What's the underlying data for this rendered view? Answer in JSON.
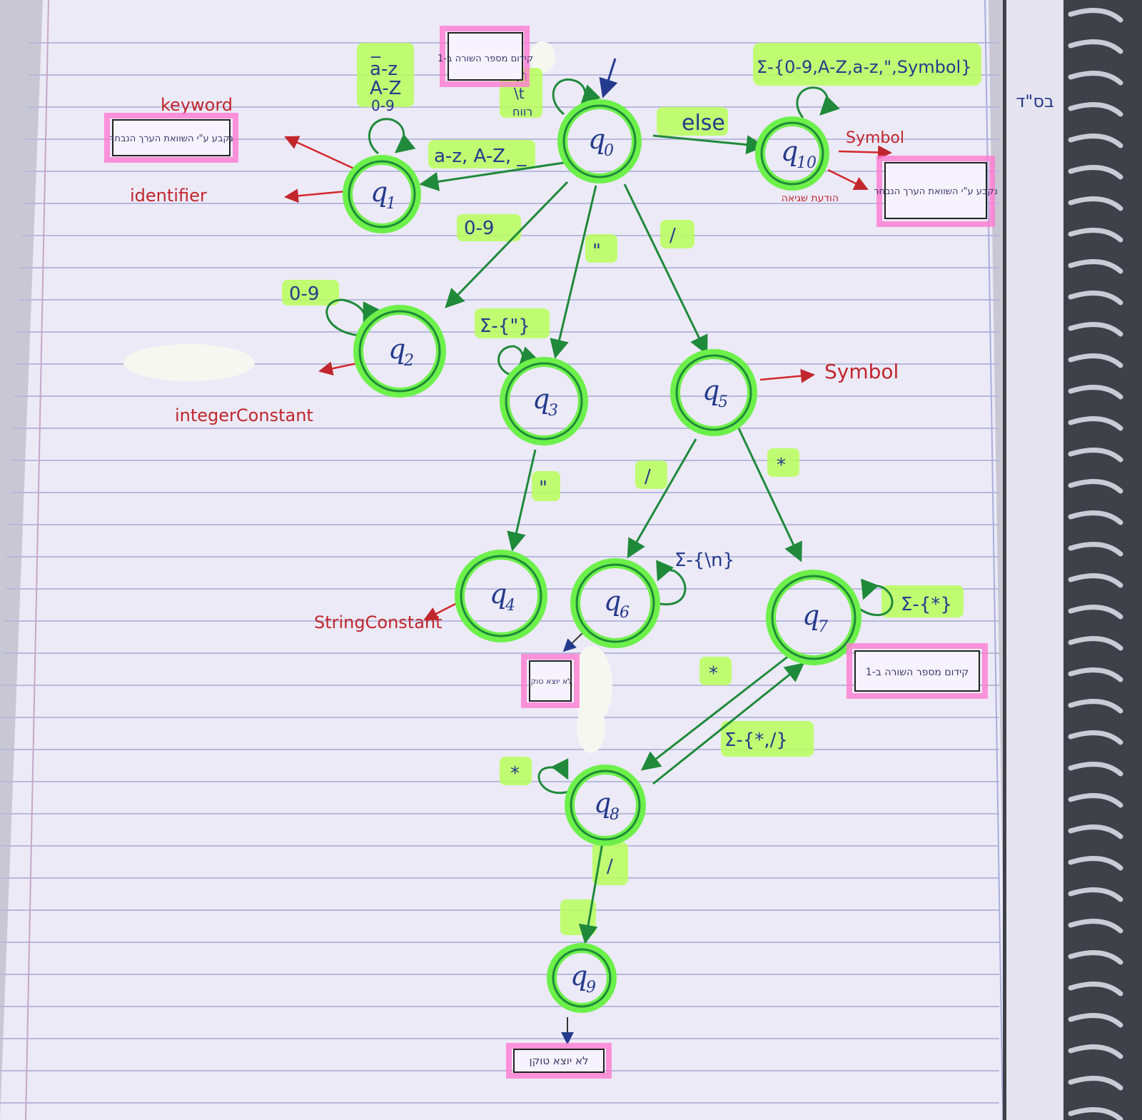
{
  "states": [
    {
      "id": "q0",
      "label": "q",
      "sub": "0"
    },
    {
      "id": "q1",
      "label": "q",
      "sub": "1"
    },
    {
      "id": "q2",
      "label": "q",
      "sub": "2"
    },
    {
      "id": "q3",
      "label": "q",
      "sub": "3"
    },
    {
      "id": "q4",
      "label": "q",
      "sub": "4"
    },
    {
      "id": "q5",
      "label": "q",
      "sub": "5"
    },
    {
      "id": "q6",
      "label": "q",
      "sub": "6"
    },
    {
      "id": "q7",
      "label": "q",
      "sub": "7"
    },
    {
      "id": "q8",
      "label": "q",
      "sub": "8"
    },
    {
      "id": "q9",
      "label": "q",
      "sub": "9"
    },
    {
      "id": "q10",
      "label": "q",
      "sub": "10"
    }
  ],
  "edges": {
    "q0_q1": "a-z, A-Z, _",
    "q0_q2": "0-9",
    "q0_q3": "\"",
    "q0_q5": "/",
    "q0_q10": "else",
    "q1_self": [
      "_",
      "a-z",
      "A-Z",
      "0-9"
    ],
    "q2_self": "0-9",
    "q3_self": "Σ-{\"}",
    "q3_q4": "\"",
    "q5_q6": "/",
    "q5_q7": "*",
    "q6_self": "Σ-{\\n}",
    "q7_self": "Σ-{*}",
    "q7_q8": "*",
    "q8_q7": "Σ-{*,/}",
    "q8_self": "*",
    "q8_q9": "/",
    "q10_self": "Σ-{0-9,A-Z,a-z,\",Symbol}",
    "q0_self": [
      "\\n",
      "\\t",
      "רווח"
    ]
  },
  "outputs": {
    "keyword": "keyword",
    "identifier": "identifier",
    "integer": "integerConstant",
    "string": "StringConstant",
    "symbol_q5": "Symbol",
    "symbol_q10": "Symbol"
  },
  "notes": {
    "top_left": "קידום מספר השורה ב-1",
    "q1_box": "נקבע ע\"י השוואת הערך הנבחר",
    "q10_box": "נקבע ע\"י השוואת הערך הנבחר",
    "q10_error": "הודעת שגיאה",
    "q7_box": "קידום מספר השורה ב-1",
    "q6_box": "לא יוצא טוקן",
    "q9_box": "לא יוצא טוקן",
    "corner": "בס\"ד"
  }
}
